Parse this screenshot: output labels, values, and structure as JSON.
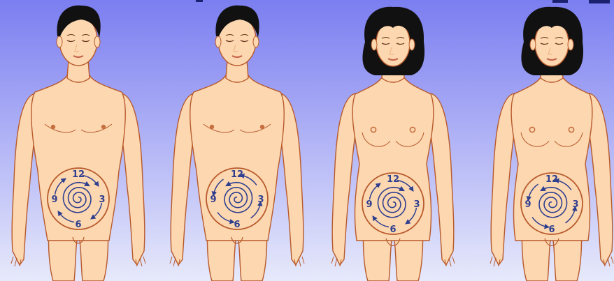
{
  "figures": [
    {
      "id": "male-1",
      "sex": "male",
      "direction": "clockwise"
    },
    {
      "id": "male-2",
      "sex": "male",
      "direction": "counterclockwise"
    },
    {
      "id": "female-1",
      "sex": "female",
      "direction": "clockwise"
    },
    {
      "id": "female-2",
      "sex": "female",
      "direction": "counterclockwise"
    }
  ],
  "clock_labels": {
    "top": "12",
    "right": "3",
    "bottom": "6",
    "left": "9"
  },
  "colors": {
    "bg_top": "#7b7ef0",
    "bg_bottom": "#e7e9fb",
    "skin": "#fcd7b0",
    "skin_shade": "#f0b98a",
    "outline": "#b85a2c",
    "hair": "#111111",
    "spiral": "#2f3f8f",
    "nipple": "#c7703f"
  }
}
